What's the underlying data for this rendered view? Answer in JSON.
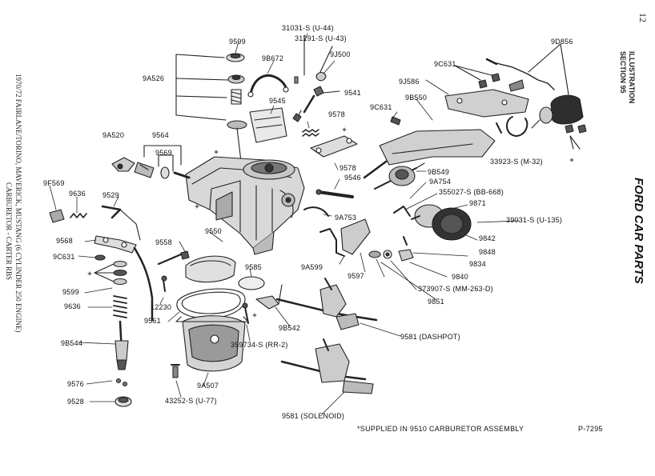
{
  "page": {
    "number": "12",
    "section": "ILLUSTRATION SECTION 95",
    "brand": "FORD CAR PARTS",
    "left_caption_1": "1970/72   FAIRLANE/TORINO, MAVERICK, MUSTANG (6 CYLINDER 250 ENGINE)",
    "left_caption_2": "CARBURETOR - CARTER RBS",
    "footnote": "*SUPPLIED IN 9510 CARBURETOR ASSEMBLY",
    "plate": "P-7295"
  },
  "labels": {
    "l31031": "31031-S (U-44)",
    "l31291": "31291-S (U-43)",
    "l9599a": "9599",
    "l9J500": "9J500",
    "l9B672": "9B672",
    "l9A526": "9A526",
    "l9541": "9541",
    "l9545": "9545",
    "l9578a": "9578",
    "l9C631a": "9C631",
    "l9J586": "9J586",
    "l9B550": "9B550",
    "l9D856": "9D856",
    "l9C631b": "9C631",
    "l9A520": "9A520",
    "l9564": "9564",
    "l9569": "9569",
    "l9578b": "9578",
    "l9546": "9546",
    "l33923": "33923-S (M-32)",
    "l9F569": "9F569",
    "l9636a": "9636",
    "l9529": "9529",
    "l9B549": "9B549",
    "l9A754": "9A754",
    "l355027": "355027-S (BB-668)",
    "l9871": "9871",
    "l39031": "39031-S (U-135)",
    "l9A753": "9A753",
    "l9842": "9842",
    "l9568": "9568",
    "l9558": "9558",
    "l9550": "9550",
    "l9848": "9848",
    "l9C631c": "9C631",
    "l9834": "9834",
    "l9585": "9585",
    "l9A599": "9A599",
    "l9597": "9597",
    "l9840": "9840",
    "l373907": "373907-S (MM-263-D)",
    "l9599b": "9599",
    "l12230": "12230",
    "l9851": "9851",
    "l9636b": "9636",
    "l9561": "9561",
    "l9B542": "9B542",
    "l9581a": "9581 (DASHPOT)",
    "l9B544": "9B544",
    "l359734": "359734-S (RR-2)",
    "l9576": "9576",
    "l9A507": "9A507",
    "l9528": "9528",
    "l43252": "43252-S (U-77)",
    "l9581b": "9581 (SOLENOID)"
  }
}
